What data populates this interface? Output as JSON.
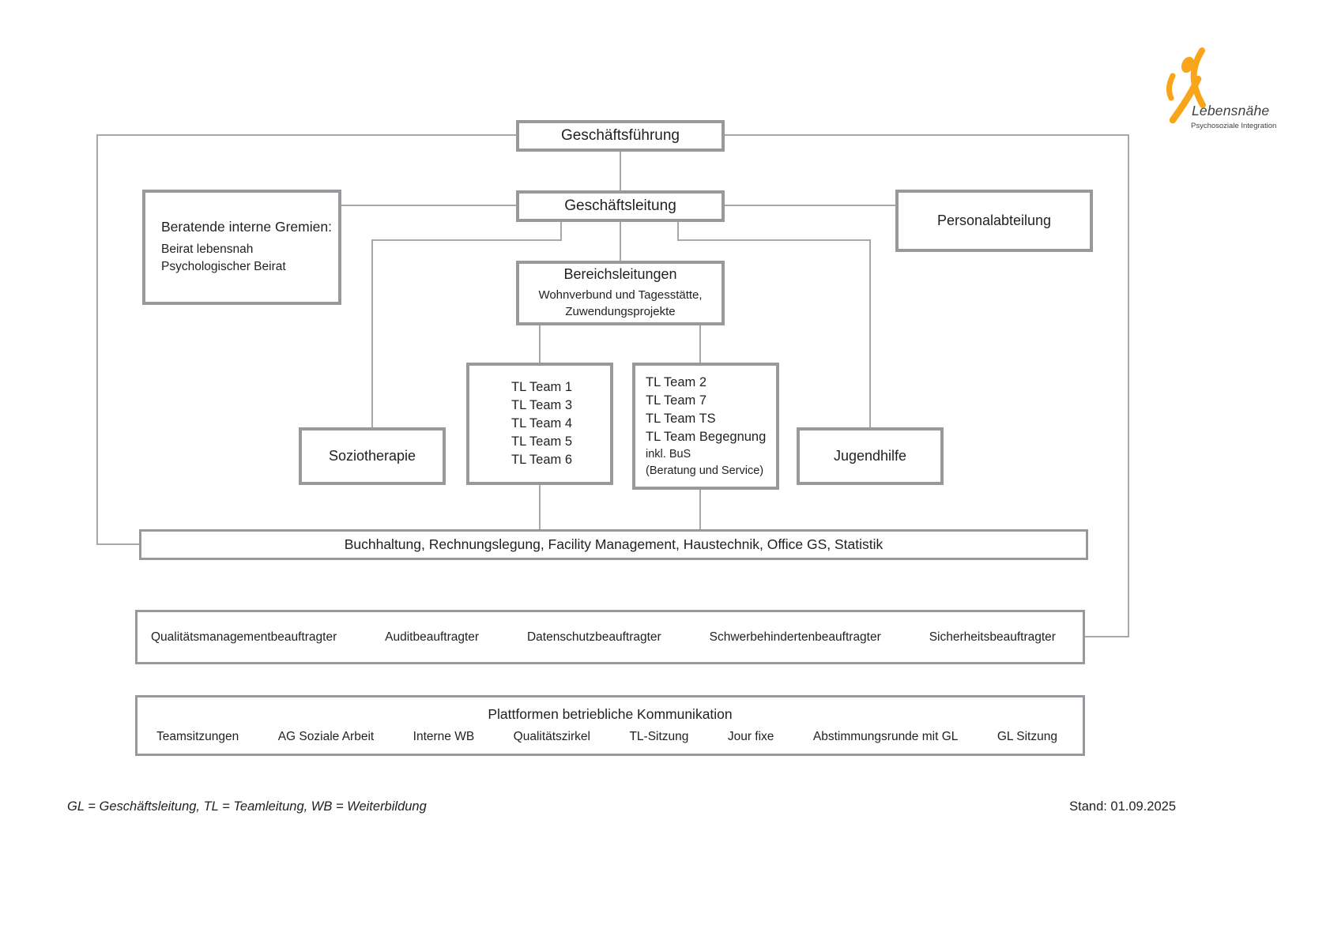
{
  "logo": {
    "brand": "Lebensnähe",
    "tagline": "Psychosoziale Integration"
  },
  "org": {
    "geschaeftsfuehrung": "Geschäftsführung",
    "geschaeftsleitung": "Geschäftsleitung",
    "gremien": {
      "title": "Beratende interne Gremien:",
      "lines": [
        "Beirat lebensnah",
        "Psychologischer Beirat"
      ]
    },
    "personalabteilung": "Personalabteilung",
    "bereichsleitungen": {
      "title": "Bereichsleitungen",
      "lines": [
        "Wohnverbund und Tagesstätte,",
        "Zuwendungsprojekte"
      ]
    },
    "tl_gruppe_links": [
      "TL Team 1",
      "TL Team 3",
      "TL Team 4",
      "TL Team 5",
      "TL Team 6"
    ],
    "tl_gruppe_rechts": {
      "teams": [
        "TL Team 2",
        "TL Team 7",
        "TL Team TS",
        "TL Team Begegnung"
      ],
      "zusatz": [
        "inkl. BuS",
        "(Beratung und Service)"
      ]
    },
    "soziotherapie": "Soziotherapie",
    "jugendhilfe": "Jugendhilfe",
    "verwaltung": "Buchhaltung, Rechnungslegung, Facility Management, Haustechnik, Office GS, Statistik",
    "beauftragte": [
      "Qualitätsmanagementbeauftragter",
      "Auditbeauftragter",
      "Datenschutzbeauftragter",
      "Schwerbehindertenbeauftragter",
      "Sicherheitsbeauftragter"
    ],
    "plattformen": {
      "title": "Plattformen betriebliche Kommunikation",
      "items": [
        "Teamsitzungen",
        "AG Soziale Arbeit",
        "Interne WB",
        "Qualitätszirkel",
        "TL-Sitzung",
        "Jour fixe",
        "Abstimmungsrunde mit GL",
        "GL Sitzung"
      ]
    }
  },
  "footer": {
    "legend": "GL = Geschäftsleitung, TL = Teamleitung, WB = Weiterbildung",
    "stand": "Stand: 01.09.2025"
  },
  "colors": {
    "box_border": "#97999c",
    "connector": "#a6a8ab",
    "text": "#231f20",
    "logo_orange": "#f9a51a"
  }
}
